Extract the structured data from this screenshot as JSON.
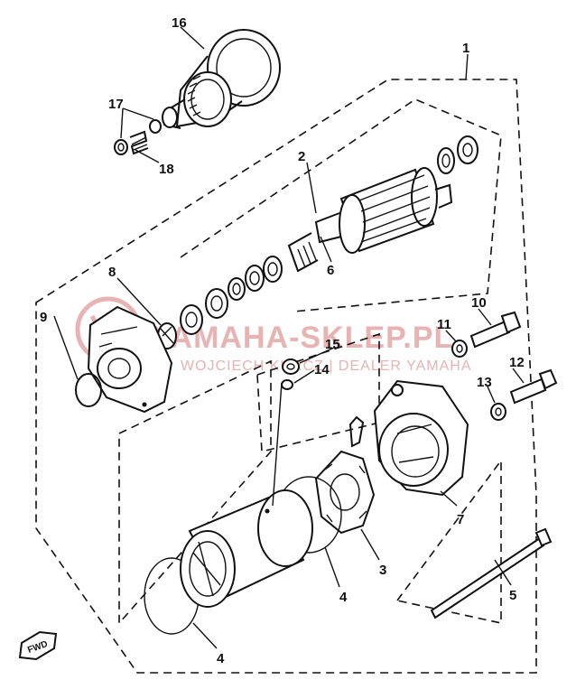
{
  "watermark": {
    "line1": "YAMAHA-SKLEP.PL",
    "line2": "WOJCIECH KURCZ | DEALER YAMAHA"
  },
  "fwd_label": "FWD",
  "callouts": [
    {
      "key": "c1",
      "text": "1"
    },
    {
      "key": "c2",
      "text": "2"
    },
    {
      "key": "c3",
      "text": "3"
    },
    {
      "key": "c4a",
      "text": "4"
    },
    {
      "key": "c4b",
      "text": "4"
    },
    {
      "key": "c5",
      "text": "5"
    },
    {
      "key": "c6",
      "text": "6"
    },
    {
      "key": "c7",
      "text": "7"
    },
    {
      "key": "c8",
      "text": "8"
    },
    {
      "key": "c9",
      "text": "9"
    },
    {
      "key": "c10",
      "text": "10"
    },
    {
      "key": "c11",
      "text": "11"
    },
    {
      "key": "c12",
      "text": "12"
    },
    {
      "key": "c13",
      "text": "13"
    },
    {
      "key": "c14",
      "text": "14"
    },
    {
      "key": "c15",
      "text": "15"
    },
    {
      "key": "c16",
      "text": "16"
    },
    {
      "key": "c17",
      "text": "17"
    },
    {
      "key": "c18",
      "text": "18"
    }
  ],
  "colors": {
    "ink": "#111111",
    "watermark": "#e7b3b3"
  }
}
